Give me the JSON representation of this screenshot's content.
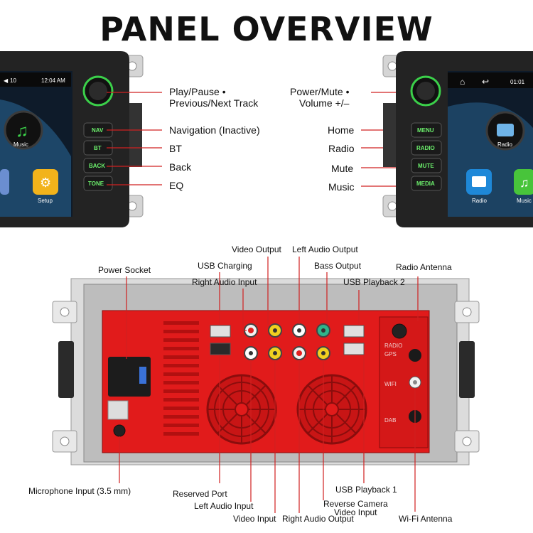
{
  "title": "PANEL OVERVIEW",
  "left_panel": {
    "status_volume": "10",
    "status_time": "12:04 AM",
    "app_music": "Music",
    "app_setup": "Setup",
    "buttons": [
      "NAV",
      "BT",
      "BACK",
      "TONE"
    ],
    "labels": {
      "knob_line1": "Play/Pause •",
      "knob_line2": "Previous/Next Track",
      "nav": "Navigation (Inactive)",
      "bt": "BT",
      "back": "Back",
      "tone": "EQ"
    }
  },
  "right_panel": {
    "status_time": "01:01",
    "app_radio_center": "Radio",
    "app_radio": "Radio",
    "app_music": "Music",
    "buttons": [
      "MENU",
      "RADIO",
      "MUTE",
      "MEDIA"
    ],
    "labels": {
      "knob_line1": "Power/Mute •",
      "knob_line2": "Volume +/–",
      "menu": "Home",
      "radio": "Radio",
      "mute": "Mute",
      "media": "Music"
    }
  },
  "back_panel": {
    "port_text": {
      "radio_gps": [
        "RADIO",
        "GPS"
      ],
      "wifi": "WIFI",
      "dab": "DAB"
    },
    "top_labels": {
      "power_socket": "Power Socket",
      "usb_charging": "USB Charging",
      "right_audio_input": "Right Audio Input",
      "video_output": "Video Output",
      "left_audio_output": "Left Audio Output",
      "bass_output": "Bass Output",
      "usb_playback_2": "USB Playback 2",
      "radio_antenna": "Radio Antenna"
    },
    "bottom_labels": {
      "microphone_input": "Microphone Input (3.5 mm)",
      "reserved_port": "Reserved Port",
      "left_audio_input": "Left Audio Input",
      "video_input": "Video Input",
      "right_audio_output": "Right Audio Output",
      "reverse_camera_line1": "Reverse Camera",
      "reverse_camera_line2": "Video Input",
      "usb_playback_1": "USB Playback 1",
      "wifi_antenna": "Wi-Fi Antenna"
    }
  },
  "colors": {
    "accent_red": "#e02020",
    "button_green": "#6cf06c",
    "leader_line": "#d02020",
    "chassis_red": "#e11b1b"
  }
}
